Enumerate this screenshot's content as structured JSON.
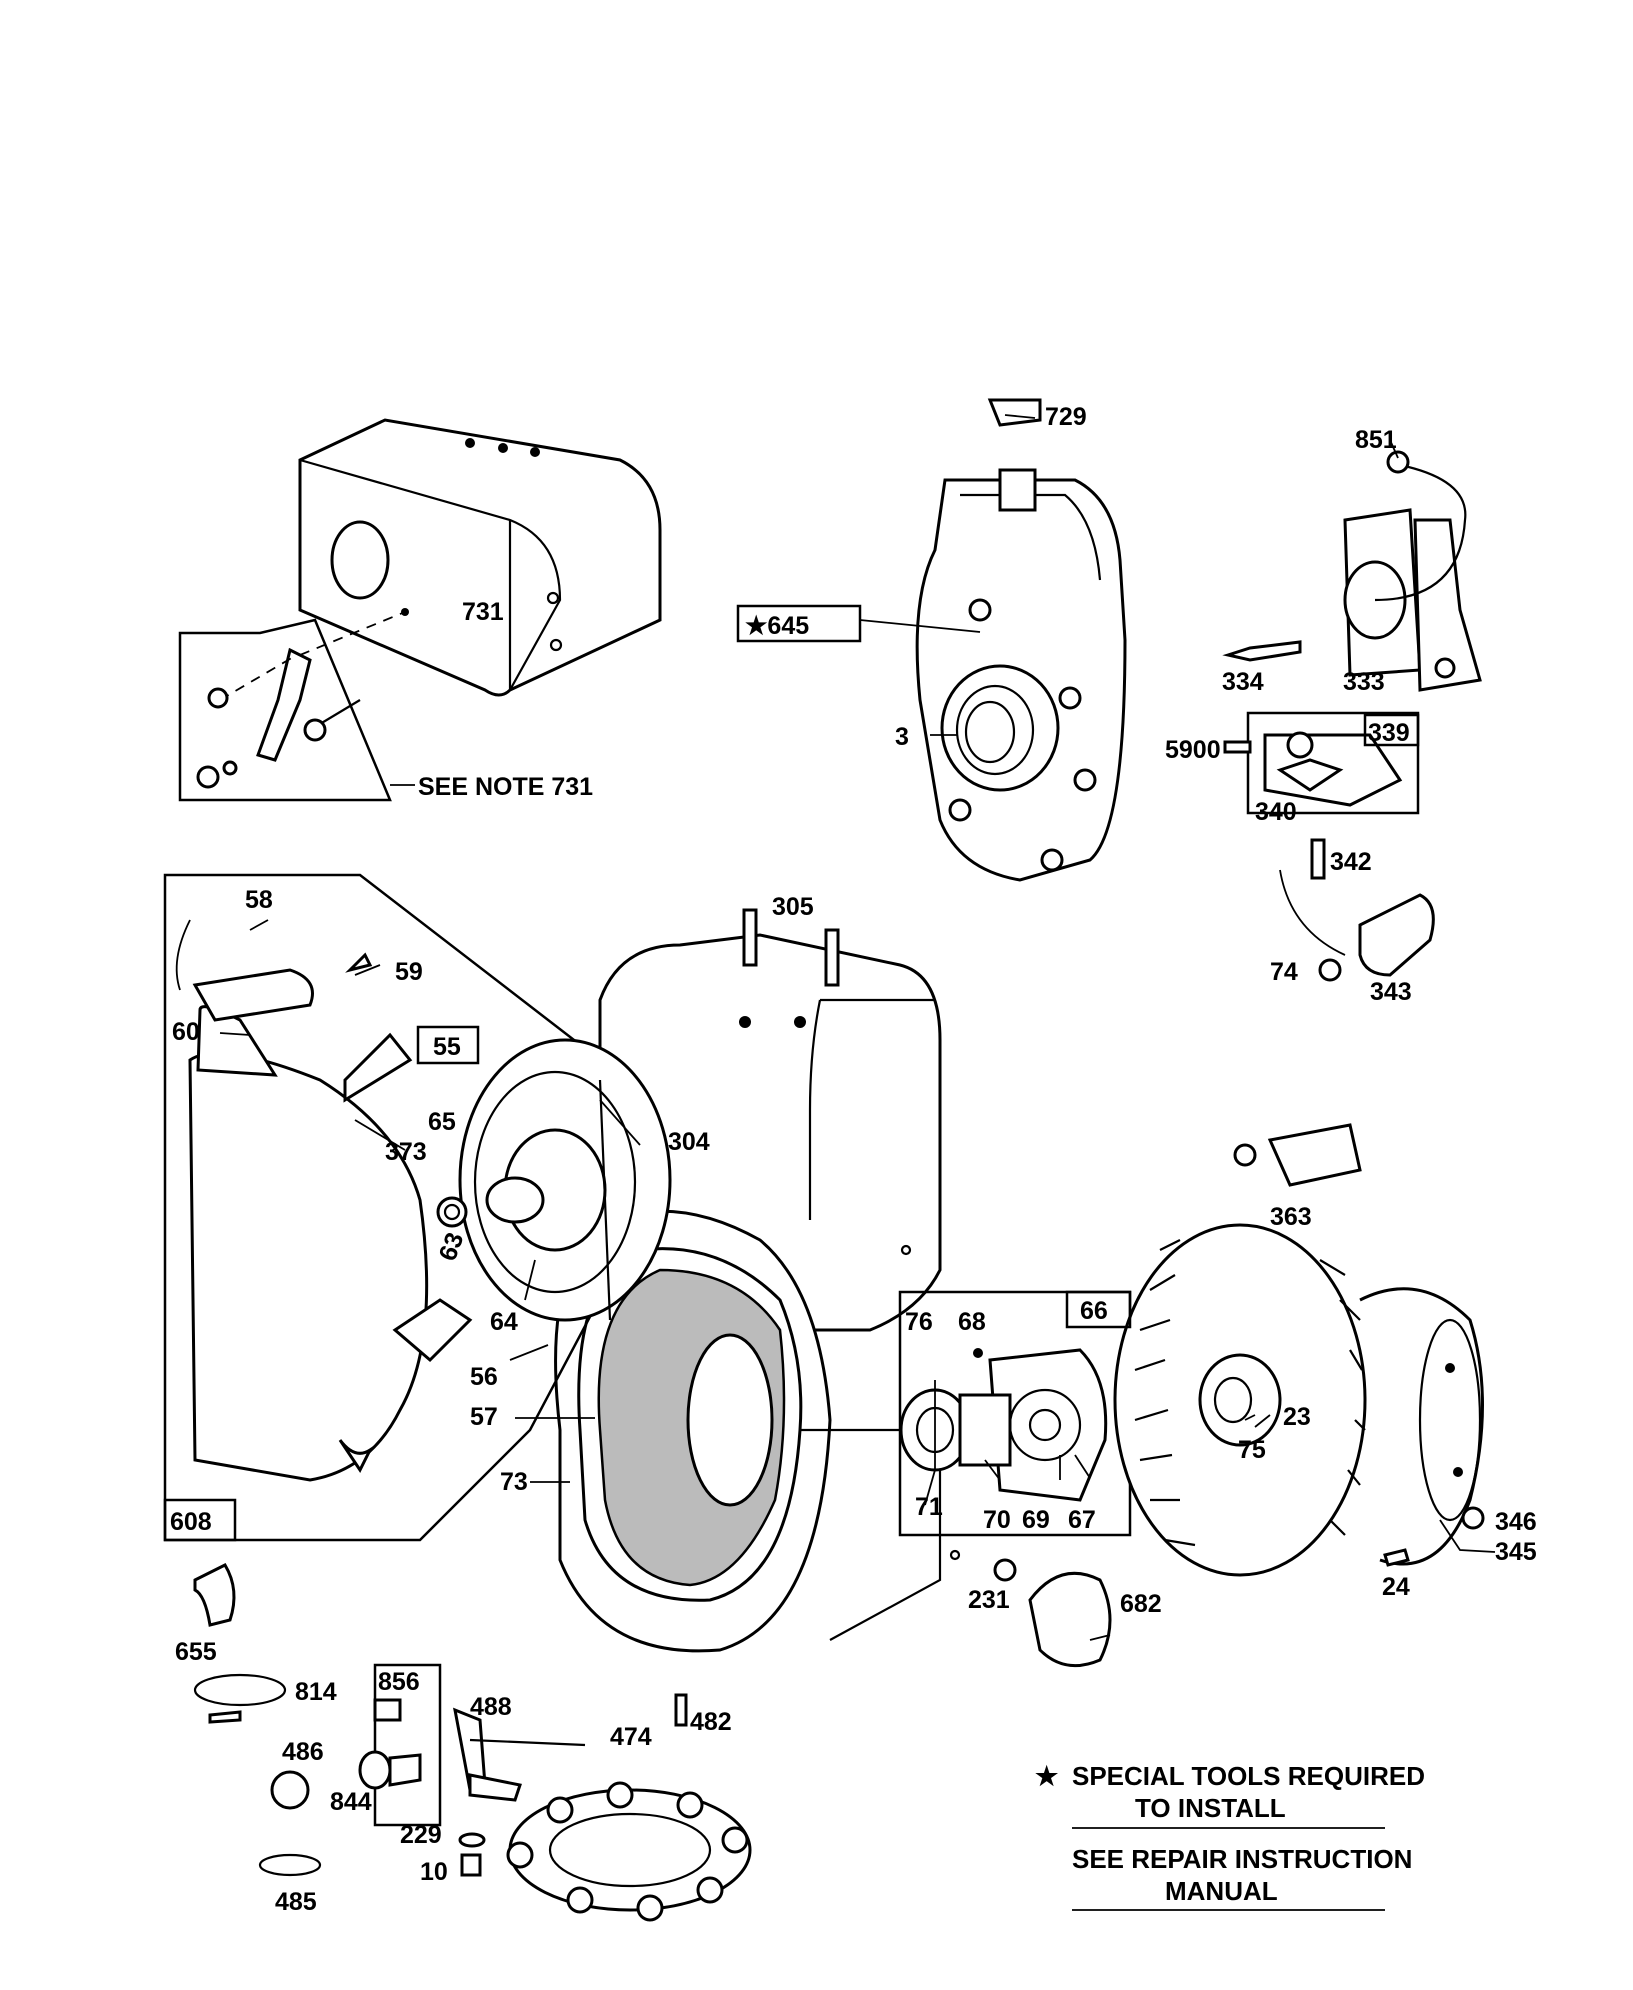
{
  "labels": {
    "p729": "729",
    "p851": "851",
    "p645": "645",
    "p731": "731",
    "p3": "3",
    "p334": "334",
    "p333": "333",
    "p5900": "5900",
    "p339": "339",
    "p340": "340",
    "p342": "342",
    "p74": "74",
    "p343": "343",
    "p305": "305",
    "p58": "58",
    "p59": "59",
    "p60": "60",
    "p55": "55",
    "p65": "65",
    "p373": "373",
    "p304": "304",
    "p63": "63",
    "p64": "64",
    "p56": "56",
    "p57": "57",
    "p73": "73",
    "p608": "608",
    "p363": "363",
    "p76": "76",
    "p68": "68",
    "p66": "66",
    "p23": "23",
    "p75": "75",
    "p71": "71",
    "p70": "70",
    "p69": "69",
    "p67": "67",
    "p346": "346",
    "p345": "345",
    "p24": "24",
    "p231": "231",
    "p682": "682",
    "p655": "655",
    "p814": "814",
    "p856": "856",
    "p488": "488",
    "p482": "482",
    "p474": "474",
    "p486": "486",
    "p844": "844",
    "p229": "229",
    "p10": "10",
    "p485": "485"
  },
  "see_note": "SEE NOTE 731",
  "notes": {
    "star_symbol": "★",
    "line1": "SPECIAL TOOLS REQUIRED",
    "line2": "TO INSTALL",
    "line3": "SEE REPAIR INSTRUCTION",
    "line4": "MANUAL"
  }
}
